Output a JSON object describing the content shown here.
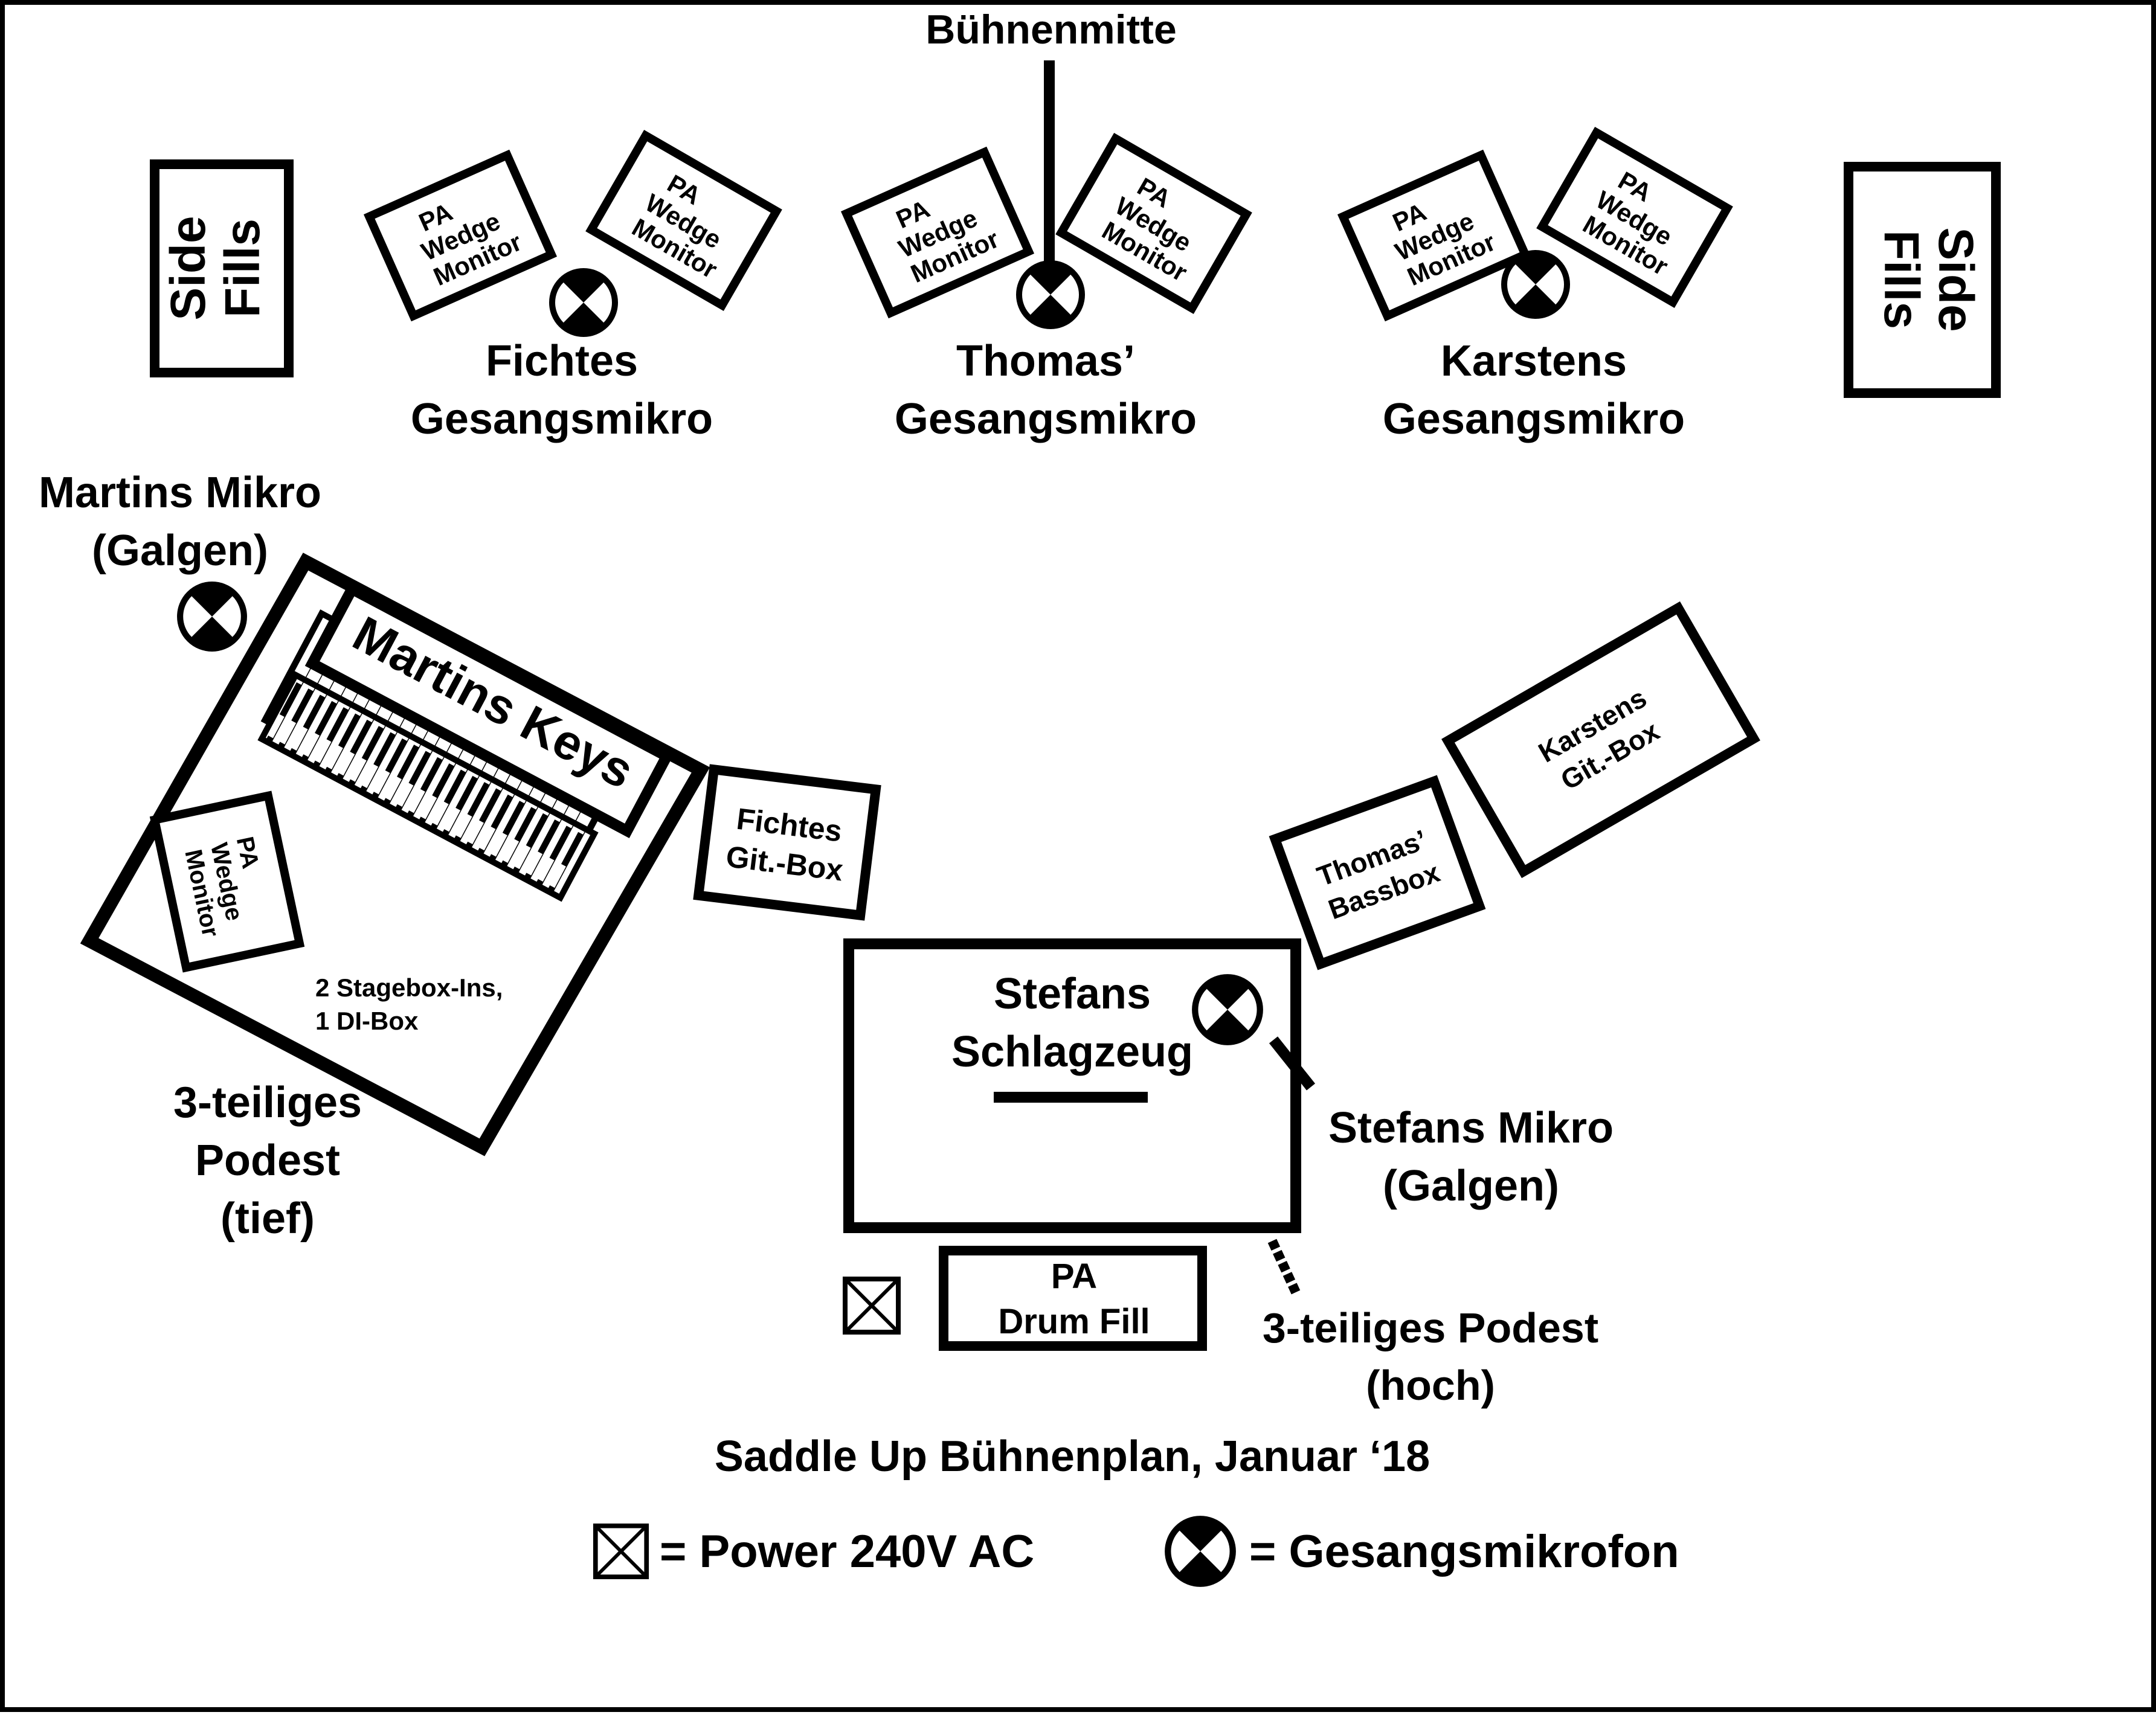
{
  "colors": {
    "ink": "#000000",
    "paper": "#ffffff"
  },
  "labels": {
    "center_line": "Bühnenmitte",
    "side_fill": [
      "Side",
      "Fills"
    ],
    "pa_wedge": [
      "PA",
      "Wedge",
      "Monitor"
    ],
    "fichte_mic": [
      "Fichtes",
      "Gesangsmikro"
    ],
    "thomas_mic": [
      "Thomas’",
      "Gesangsmikro"
    ],
    "karsten_mic": [
      "Karstens",
      "Gesangsmikro"
    ],
    "martin_mic": [
      "Martins Mikro",
      "(Galgen)"
    ],
    "martin_keys": "Martins Keys",
    "stagebox": [
      "2 Stagebox-Ins,",
      "1 DI-Box"
    ],
    "podest_low": [
      "3-teiliges",
      "Podest",
      "(tief)"
    ],
    "fichte_box": [
      "Fichtes",
      "Git.-Box"
    ],
    "thomas_bass": [
      "Thomas’",
      "Bassbox"
    ],
    "karsten_box": [
      "Karstens",
      "Git.-Box"
    ],
    "drums": [
      "Stefans",
      "Schlagzeug"
    ],
    "stefan_mic": [
      "Stefans Mikro",
      "(Galgen)"
    ],
    "drum_fill": [
      "PA",
      "Drum Fill"
    ],
    "podest_high": [
      "3-teiliges Podest",
      "(hoch)"
    ],
    "plan_title": "Saddle Up Bühnenplan, Januar ‘18",
    "legend_power": "= Power 240V AC",
    "legend_mic": "= Gesangsmikrofon"
  },
  "icons": {
    "vocal_mic": "vocal-mic-icon",
    "power_outlet": "power-outlet-icon"
  }
}
